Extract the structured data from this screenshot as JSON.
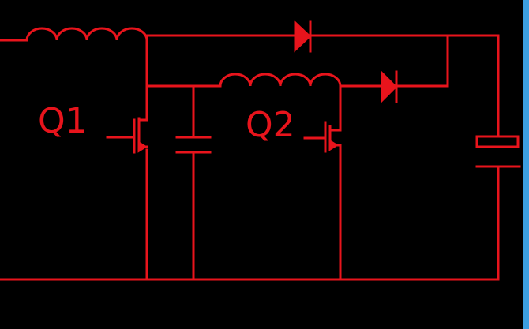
{
  "theme": {
    "background": "#000000",
    "wire_color": "#e8141c",
    "edge_strip_color": "#3c9ee0"
  },
  "components": {
    "q1": {
      "label": "Q1",
      "kind": "transistor"
    },
    "q2": {
      "label": "Q2",
      "kind": "transistor"
    },
    "l1": {
      "kind": "inductor"
    },
    "l2": {
      "kind": "inductor"
    },
    "d1": {
      "kind": "diode"
    },
    "d2": {
      "kind": "diode"
    },
    "c1": {
      "kind": "capacitor"
    },
    "c2": {
      "kind": "capacitor"
    }
  }
}
